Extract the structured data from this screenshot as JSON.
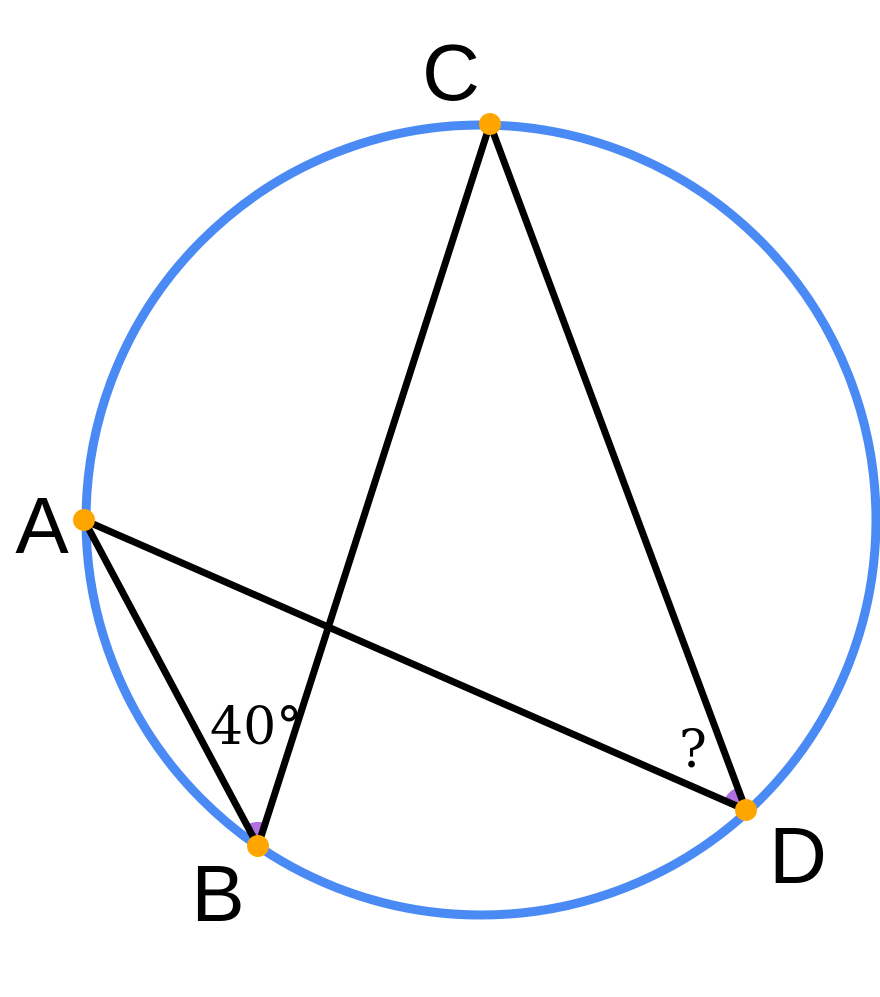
{
  "points": {
    "A": {
      "label": "A"
    },
    "B": {
      "label": "B"
    },
    "C": {
      "label": "C"
    },
    "D": {
      "label": "D"
    }
  },
  "angles": {
    "at_B": {
      "label": "40°"
    },
    "at_D": {
      "label": "?"
    }
  },
  "colors": {
    "circle": "#4a8af4",
    "segments": "#000000",
    "points": "#ffa500",
    "angle_marks": "#b070e0"
  }
}
